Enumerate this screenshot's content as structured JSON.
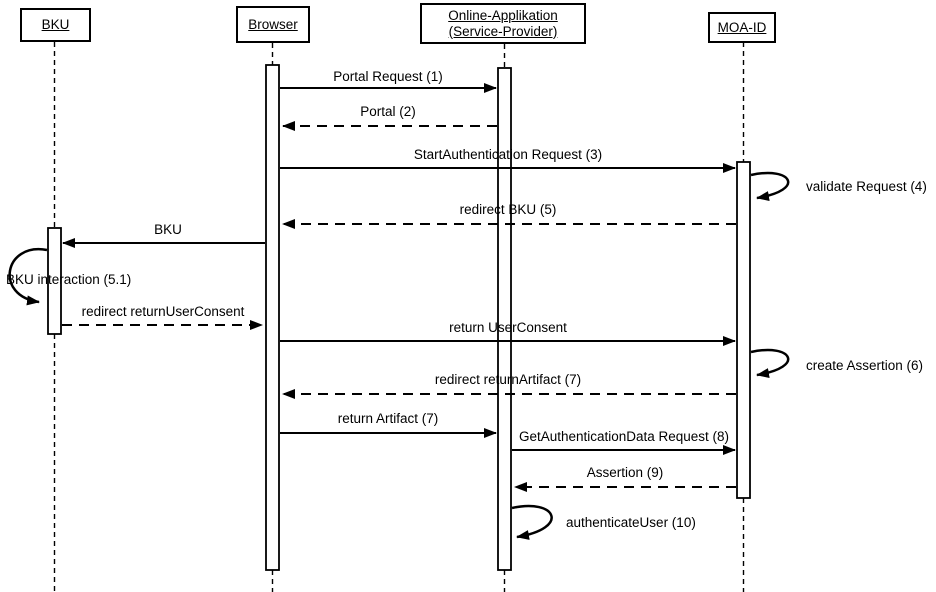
{
  "diagram_type": "uml-sequence-diagram",
  "colors": {
    "line": "#000000",
    "background": "#ffffff",
    "text": "#000000"
  },
  "actors": [
    {
      "name": "BKU"
    },
    {
      "name": "Browser"
    },
    {
      "name": "Online-Applikation (Service-Provider)"
    },
    {
      "name": "MOA-ID"
    }
  ],
  "messages": [
    {
      "label": "Portal Request (1)",
      "from": "Browser",
      "to": "Online-Applikation (Service-Provider)",
      "line": "solid"
    },
    {
      "label": "Portal (2)",
      "from": "Online-Applikation (Service-Provider)",
      "to": "Browser",
      "line": "dashed"
    },
    {
      "label": "StartAuthentication Request (3)",
      "from": "Browser",
      "to": "MOA-ID",
      "line": "solid"
    },
    {
      "label": "validate Request (4)",
      "from": "MOA-ID",
      "to": "MOA-ID",
      "line": "self"
    },
    {
      "label": "redirect BKU (5)",
      "from": "MOA-ID",
      "to": "Browser",
      "line": "dashed"
    },
    {
      "label": "BKU",
      "from": "Browser",
      "to": "BKU",
      "line": "solid"
    },
    {
      "label": "BKU interaction (5.1)",
      "from": "BKU",
      "to": "BKU",
      "line": "self"
    },
    {
      "label": "redirect returnUserConsent",
      "from": "BKU",
      "to": "Browser",
      "line": "dashed"
    },
    {
      "label": "return UserConsent",
      "from": "Browser",
      "to": "MOA-ID",
      "line": "solid"
    },
    {
      "label": "create Assertion (6)",
      "from": "MOA-ID",
      "to": "MOA-ID",
      "line": "self"
    },
    {
      "label": "redirect returnArtifact (7)",
      "from": "MOA-ID",
      "to": "Browser",
      "line": "dashed"
    },
    {
      "label": "return Artifact (7)",
      "from": "Browser",
      "to": "Online-Applikation (Service-Provider)",
      "line": "solid"
    },
    {
      "label": "GetAuthenticationData Request (8)",
      "from": "Online-Applikation (Service-Provider)",
      "to": "MOA-ID",
      "line": "solid"
    },
    {
      "label": "Assertion (9)",
      "from": "MOA-ID",
      "to": "Online-Applikation (Service-Provider)",
      "line": "dashed"
    },
    {
      "label": "authenticateUser (10)",
      "from": "Online-Applikation (Service-Provider)",
      "to": "Online-Applikation (Service-Provider)",
      "line": "self"
    }
  ]
}
